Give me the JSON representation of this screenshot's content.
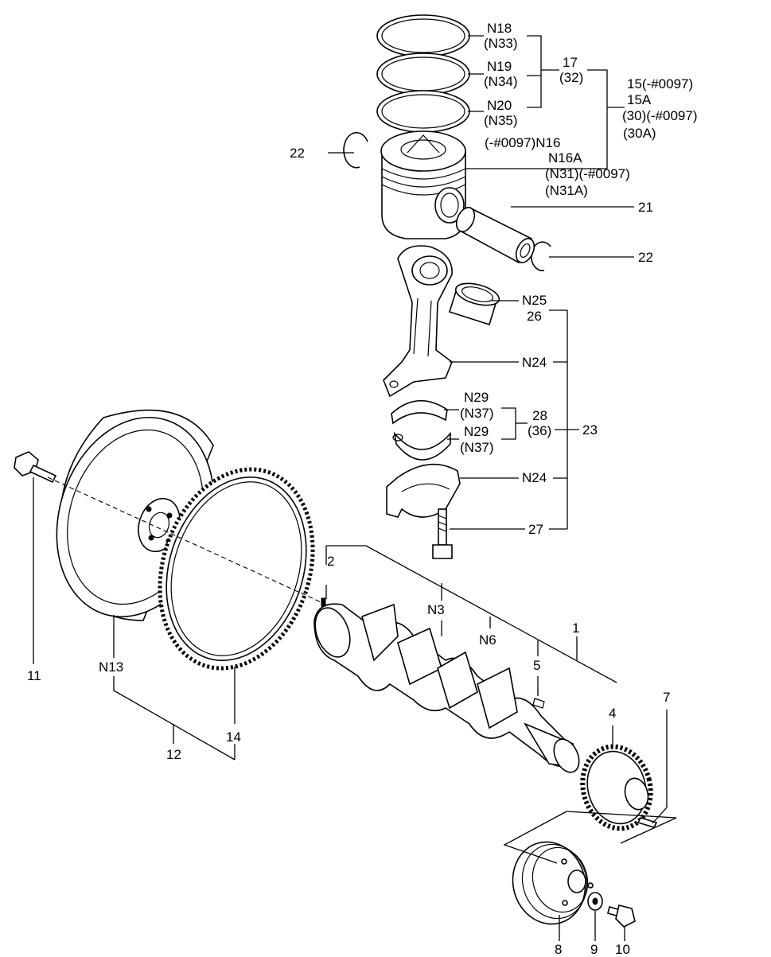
{
  "labels": {
    "n18": "N18",
    "n33": "(N33)",
    "n19": "N19",
    "n34": "(N34)",
    "n20": "N20",
    "n35": "(N35)",
    "p17": "17",
    "p32": "(32)",
    "p15": "15(-#0097)",
    "p15a": "15A",
    "p30": "(30)(-#0097)",
    "p30a": "(30A)",
    "n16": "(-#0097)N16",
    "n16a": "N16A",
    "n31": "(N31)(-#0097)",
    "n31a": "(N31A)",
    "p22a": "22",
    "p21": "21",
    "p22b": "22",
    "n25": "N25",
    "p26": "26",
    "n24a": "N24",
    "n29a": "N29",
    "n37a": "(N37)",
    "n29b": "N29",
    "n37b": "(N37)",
    "p28": "28",
    "p36": "(36)",
    "p23": "23",
    "n24b": "N24",
    "p27": "27",
    "p2": "2",
    "n3": "N3",
    "n6": "N6",
    "p1": "1",
    "p5": "5",
    "p4": "4",
    "p7": "7",
    "p11": "11",
    "n13": "N13",
    "p14": "14",
    "p12": "12",
    "p8": "8",
    "p9": "9",
    "p10": "10"
  }
}
